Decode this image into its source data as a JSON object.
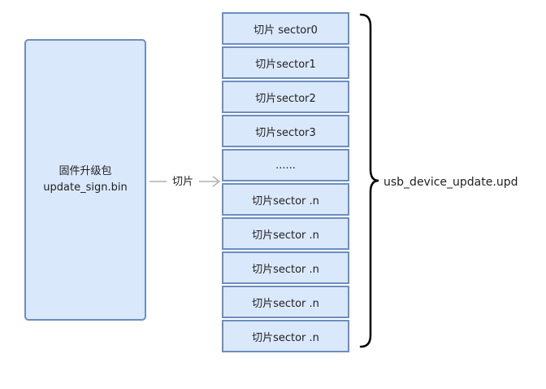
{
  "firmware": {
    "line1": "固件升级包",
    "line2": "update_sign.bin"
  },
  "arrow": {
    "label": "切片"
  },
  "sectors": [
    "切片 sector0",
    "切片sector1",
    "切片sector2",
    "切片sector3",
    "......",
    "切片sector .n",
    "切片sector .n",
    "切片sector .n",
    "切片sector .n",
    "切片sector .n"
  ],
  "output": {
    "label": "usb_device_update.upd"
  },
  "colors": {
    "box_fill": "#dae8fc",
    "box_border": "#6c8ebf",
    "arrow": "#b0b0b0",
    "brace": "#000000"
  }
}
